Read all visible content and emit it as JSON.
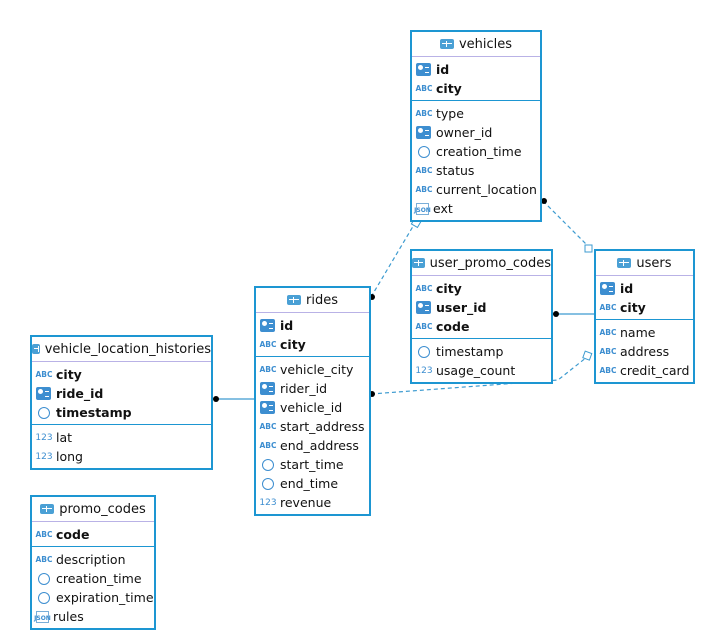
{
  "accent_color": "#1d96d2",
  "tables": [
    {
      "id": "vehicles",
      "name": "vehicles",
      "keys": [
        [
          "id",
          "key-icon"
        ],
        [
          "city",
          "abc-icon"
        ]
      ],
      "columns": [
        [
          "type",
          "abc-icon"
        ],
        [
          "owner_id",
          "key-icon"
        ],
        [
          "creation_time",
          "clock-icon"
        ],
        [
          "status",
          "abc-icon"
        ],
        [
          "current_location",
          "abc-icon"
        ],
        [
          "ext",
          "json-icon"
        ]
      ]
    },
    {
      "id": "users",
      "name": "users",
      "keys": [
        [
          "id",
          "key-icon"
        ],
        [
          "city",
          "abc-icon"
        ]
      ],
      "columns": [
        [
          "name",
          "abc-icon"
        ],
        [
          "address",
          "abc-icon"
        ],
        [
          "credit_card",
          "abc-icon"
        ]
      ]
    },
    {
      "id": "user_promo_codes",
      "name": "user_promo_codes",
      "keys": [
        [
          "city",
          "abc-icon"
        ],
        [
          "user_id",
          "key-icon"
        ],
        [
          "code",
          "abc-icon"
        ]
      ],
      "columns": [
        [
          "timestamp",
          "clock-icon"
        ],
        [
          "usage_count",
          "number-icon"
        ]
      ]
    },
    {
      "id": "rides",
      "name": "rides",
      "keys": [
        [
          "id",
          "key-icon"
        ],
        [
          "city",
          "abc-icon"
        ]
      ],
      "columns": [
        [
          "vehicle_city",
          "abc-icon"
        ],
        [
          "rider_id",
          "key-icon"
        ],
        [
          "vehicle_id",
          "key-icon"
        ],
        [
          "start_address",
          "abc-icon"
        ],
        [
          "end_address",
          "abc-icon"
        ],
        [
          "start_time",
          "clock-icon"
        ],
        [
          "end_time",
          "clock-icon"
        ],
        [
          "revenue",
          "number-icon"
        ]
      ]
    },
    {
      "id": "vehicle_location_histories",
      "name": "vehicle_location_histories",
      "keys": [
        [
          "city",
          "abc-icon"
        ],
        [
          "ride_id",
          "key-icon"
        ],
        [
          "timestamp",
          "clock-icon"
        ]
      ],
      "columns": [
        [
          "lat",
          "number-icon"
        ],
        [
          "long",
          "number-icon"
        ]
      ]
    },
    {
      "id": "promo_codes",
      "name": "promo_codes",
      "keys": [
        [
          "code",
          "abc-icon"
        ]
      ],
      "columns": [
        [
          "description",
          "abc-icon"
        ],
        [
          "creation_time",
          "clock-icon"
        ],
        [
          "expiration_time",
          "clock-icon"
        ],
        [
          "rules",
          "json-icon"
        ]
      ]
    }
  ],
  "relations": [
    {
      "from": "vehicles",
      "to": "users",
      "style": "dashed"
    },
    {
      "from": "rides",
      "to": "vehicles",
      "style": "dashed"
    },
    {
      "from": "user_promo_codes",
      "to": "users",
      "style": "solid"
    },
    {
      "from": "rides",
      "to": "users",
      "style": "dashed"
    },
    {
      "from": "vehicle_location_histories",
      "to": "rides",
      "style": "solid"
    }
  ]
}
